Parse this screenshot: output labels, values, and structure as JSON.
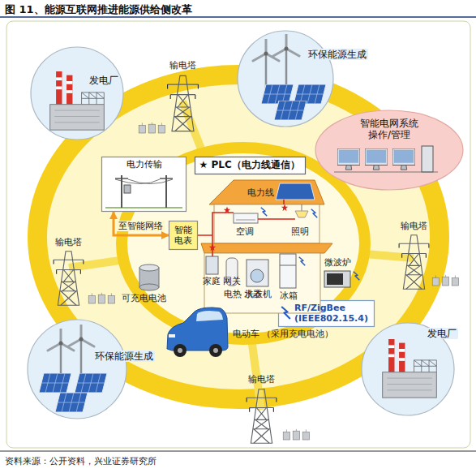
{
  "diagram": {
    "title": "图 11、能源互联网推进能源供给侧改革",
    "caption": "资料来源：公开资料，兴业证券研究所",
    "nodes": [
      {
        "text": [
          "发电厂"
        ]
      },
      {
        "text": [
          "环保能源生成"
        ]
      },
      {
        "text": [
          "电力传输"
        ]
      },
      {
        "text": [
          "★ PLC（电力线通信）"
        ]
      },
      {
        "text": [
          "智能电网系统 操作/管理"
        ]
      },
      {
        "text": [
          "智能 电表"
        ]
      },
      {
        "text": [
          "RF/ZigBee (IEEE802.15.4)"
        ]
      },
      {
        "text": [
          "环保能源生成"
        ]
      },
      {
        "text": [
          "发电厂"
        ]
      }
    ],
    "edges": [
      {
        "from": 2,
        "to": 5,
        "label": "至智能网络",
        "arrow": "both"
      }
    ],
    "labels": [
      "输电塔",
      "电力线",
      "空调",
      "照明",
      "输电塔",
      "输电塔",
      "家庭 网关",
      "微波炉",
      "电热 水器",
      "洗衣机",
      "冰箱",
      "可充电电池",
      "电动车 （采用充电电池）",
      "输电塔"
    ]
  }
}
